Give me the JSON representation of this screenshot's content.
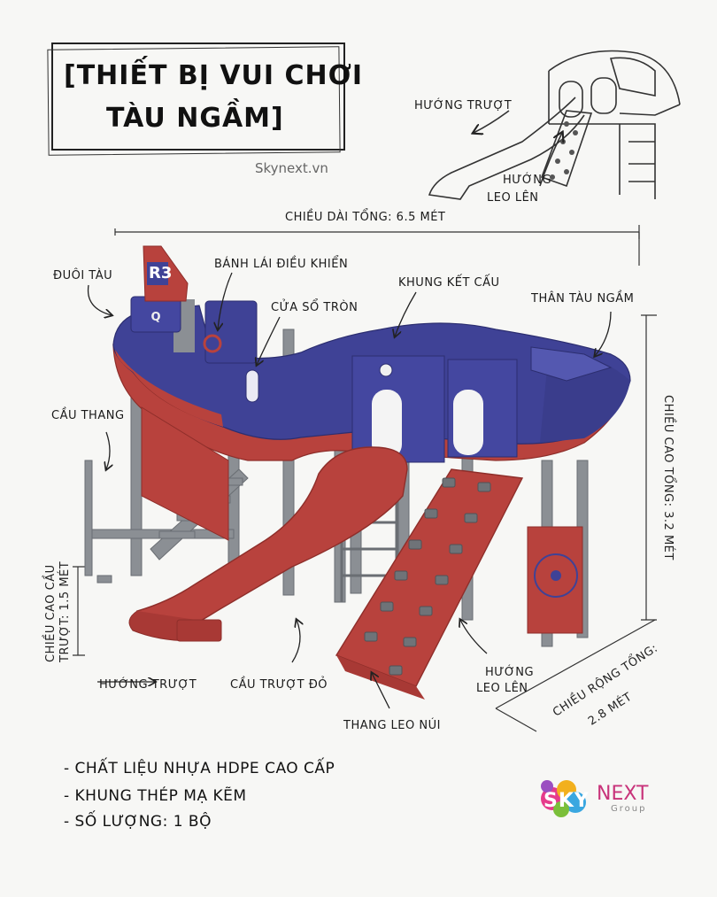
{
  "title": {
    "line1": "[THIẾT BỊ VUI CHƠI",
    "line2": "TÀU NGẦM]"
  },
  "site": "Skynext.vn",
  "inset": {
    "slide_direction": "HƯỚNG TRƯỢT",
    "climb_direction_line1": "HƯỚNG",
    "climb_direction_line2": "LEO LÊN"
  },
  "dimensions": {
    "total_length": "CHIỀU DÀI TỔNG: 6.5 MÉT",
    "total_height": "CHIỀU CAO TỔNG: 3.2 MÉT",
    "total_width_line1": "CHIỀU RỘNG TỔNG:",
    "total_width_line2": "2.8 MÉT",
    "slide_height_line1": "CHIỀU CAO CẦU",
    "slide_height_line2": "TRƯỢT: 1.5 MÉT"
  },
  "callouts": {
    "tail": "ĐUÔI TÀU",
    "steering": "BÁNH LÁI ĐIỀU KHIỂN",
    "porthole": "CỬA SỔ TRÒN",
    "frame": "KHUNG KẾT CẤU",
    "hull": "THÂN TÀU NGẦM",
    "stairs": "CẦU THANG",
    "slide_direction": "HƯỚNG TRƯỢT",
    "red_slide": "CẦU TRƯỢT ĐỎ",
    "climb_line1": "HƯỚNG",
    "climb_line2": "LEO LÊN",
    "rock_wall": "THANG LEO NÚI",
    "tail_mark": "R3"
  },
  "specs": [
    "- CHẤT LIỆU NHỰA HDPE CAO CẤP",
    "- KHUNG THÉP MẠ KẼM",
    "- SỐ LƯỢNG: 1 BỘ"
  ],
  "logo": {
    "word": "NEXT",
    "sub": "Group",
    "letters": "SKY"
  },
  "colors": {
    "hull_blue": "#3f4296",
    "hull_red": "#b8423d",
    "frame_gray": "#8b8f94",
    "background": "#f7f7f5"
  }
}
